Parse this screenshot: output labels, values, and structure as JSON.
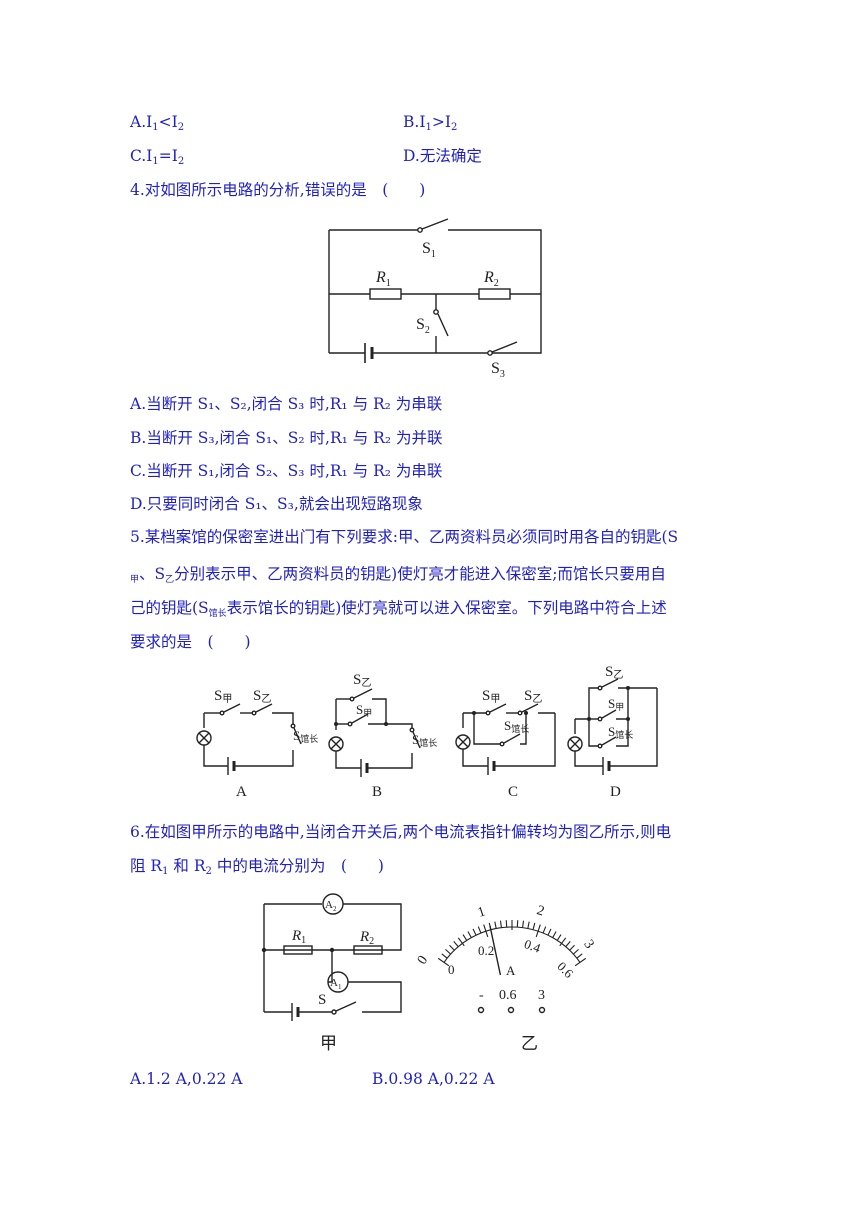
{
  "q3": {
    "options": [
      {
        "letter": "A.",
        "main": "I",
        "sub1": "1",
        "op": "<",
        "main2": "I",
        "sub2": "2"
      },
      {
        "letter": "B.",
        "main": "I",
        "sub1": "1",
        "op": ">",
        "main2": "I",
        "sub2": "2"
      },
      {
        "letter": "C.",
        "main": "I",
        "sub1": "1",
        "op": "=",
        "main2": "I",
        "sub2": "2"
      },
      {
        "letter": "D.",
        "text": "无法确定"
      }
    ]
  },
  "q4": {
    "stem": "4.对如图所示电路的分析,错误的是　(　　)",
    "figure": {
      "s1": "S",
      "s1_sub": "1",
      "r1": "R",
      "r1_sub": "1",
      "r2": "R",
      "r2_sub": "2",
      "s2": "S",
      "s2_sub": "2",
      "s3": "S",
      "s3_sub": "3"
    },
    "options": [
      "A.当断开 S₁、S₂,闭合 S₃ 时,R₁ 与 R₂ 为串联",
      "B.当断开 S₃,闭合 S₁、S₂ 时,R₁ 与 R₂ 为并联",
      "C.当断开 S₁,闭合 S₂、S₃ 时,R₁ 与 R₂ 为串联",
      "D.只要同时闭合 S₁、S₃,就会出现短路现象"
    ]
  },
  "q5": {
    "line1": "5.某档案馆的保密室进出门有下列要求:甲、乙两资料员必须同时用各自的钥匙(S",
    "line2_sub_jia": "甲",
    "line2_a": "、S",
    "line2_sub_yi": "乙",
    "line2_b": "分别表示甲、乙两资料员的钥匙)使灯亮才能进入保密室;而馆长只要用自",
    "line3_a": "己的钥匙(S",
    "line3_sub": "馆长",
    "line3_b": "表示馆长的钥匙)使灯亮就可以进入保密室。下列电路中符合上述",
    "line4": "要求的是　(　　)",
    "figure": {
      "s": "S",
      "jia": "甲",
      "yi": "乙",
      "guanzhang": "馆长",
      "labels": [
        "A",
        "B",
        "C",
        "D"
      ]
    }
  },
  "q6": {
    "line1": "6.在如图甲所示的电路中,当闭合开关后,两个电流表指针偏转均为图乙所示,则电",
    "line2_a": "阻 R",
    "line2_sub1": "1",
    "line2_b": " 和 R",
    "line2_sub2": "2",
    "line2_c": " 中的电流分别为　(　　)",
    "figure": {
      "a2": "A",
      "a2_sub": "2",
      "a1": "A",
      "a1_sub": "1",
      "r1": "R",
      "r1_sub": "1",
      "r2": "R",
      "r2_sub": "2",
      "s": "S",
      "caption_left": "甲",
      "caption_right": "乙",
      "outer_scale": [
        "0",
        "1",
        "2",
        "3"
      ],
      "inner_scale": [
        "0",
        "0.2",
        "0.4",
        "0.6"
      ],
      "unit": "A",
      "terminals": [
        "-",
        "0.6",
        "3"
      ],
      "pointer_reading": 0.22
    },
    "options": [
      "A.1.2 A,0.22 A",
      "B.0.98 A,0.22 A"
    ]
  }
}
